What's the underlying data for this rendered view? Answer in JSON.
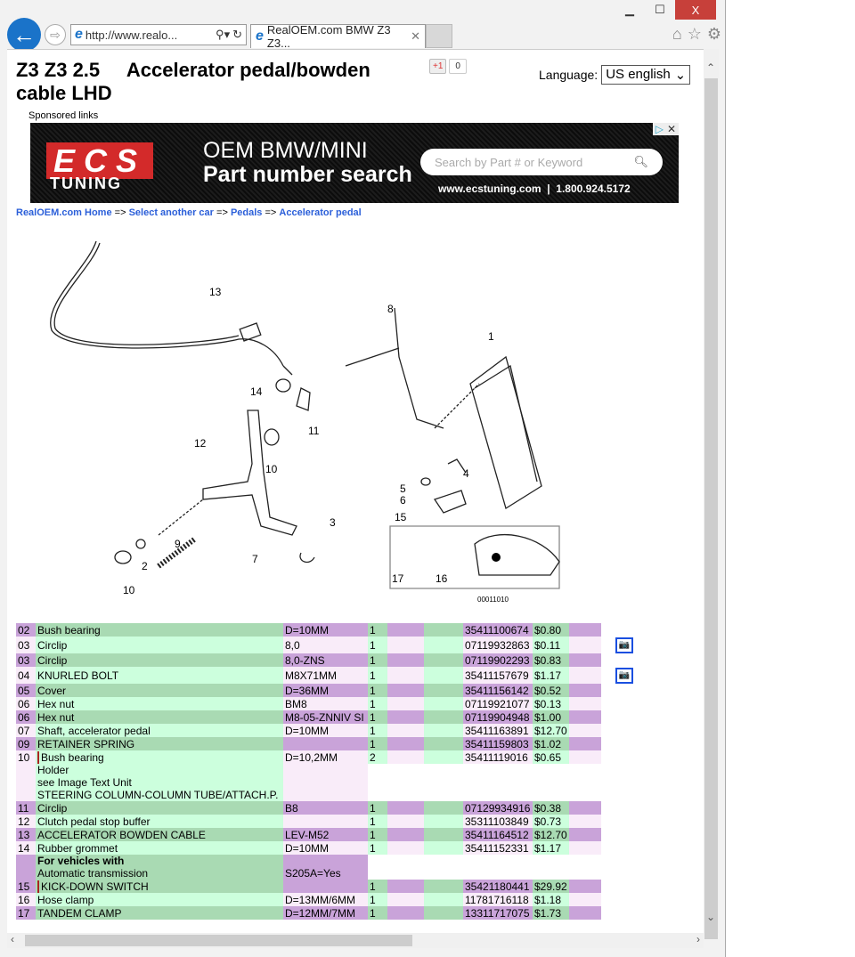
{
  "browser": {
    "url": "http://www.realo...",
    "tab_title": "RealOEM.com   BMW Z3 Z3...",
    "minimize": "▁",
    "maximize": "☐",
    "close": "X"
  },
  "page": {
    "title": "Z3 Z3 2.5     Accelerator pedal/bowden cable LHD",
    "gplus": "+1",
    "gplus_count": "0",
    "language_label": "Language:",
    "language_value": "US english",
    "sponsored": "Sponsored links"
  },
  "ad": {
    "brand": "ECS",
    "brand2": "TUNING",
    "line1": "OEM BMW/MINI",
    "line2": "Part number search",
    "search_placeholder": "Search by Part # or Keyword",
    "contact": "www.ecstuning.com  |  1.800.924.5172"
  },
  "breadcrumb": [
    {
      "label": "RealOEM.com Home"
    },
    {
      "label": "Select another car"
    },
    {
      "label": "Pedals"
    },
    {
      "label": "Accelerator pedal"
    }
  ],
  "breadcrumb_sep": "=>",
  "diagram": {
    "code": "00011010",
    "callouts": [
      "1",
      "2",
      "3",
      "4",
      "5",
      "6",
      "7",
      "8",
      "9",
      "10",
      "10",
      "11",
      "12",
      "13",
      "14",
      "15",
      "16",
      "17"
    ]
  },
  "parts": [
    {
      "no": "02",
      "desc": "Bush bearing",
      "size": "D=10MM",
      "qty": "1",
      "part": "35411100674",
      "price": "$0.80"
    },
    {
      "no": "03",
      "desc": "Circlip",
      "size": "8,0",
      "qty": "1",
      "part": "07119932863",
      "price": "$0.11",
      "photo": true
    },
    {
      "no": "03",
      "desc": "Circlip",
      "size": "8,0-ZNS",
      "qty": "1",
      "part": "07119902293",
      "price": "$0.83"
    },
    {
      "no": "04",
      "desc": "KNURLED BOLT",
      "size": "M8X71MM",
      "qty": "1",
      "part": "35411157679",
      "price": "$1.17",
      "photo": true
    },
    {
      "no": "05",
      "desc": "Cover",
      "size": "D=36MM",
      "qty": "1",
      "part": "35411156142",
      "price": "$0.52"
    },
    {
      "no": "06",
      "desc": "Hex nut",
      "size": "BM8",
      "qty": "1",
      "part": "07119921077",
      "price": "$0.13"
    },
    {
      "no": "06",
      "desc": "Hex nut",
      "size": "M8-05-ZNNIV SI",
      "qty": "1",
      "part": "07119904948",
      "price": "$1.00"
    },
    {
      "no": "07",
      "desc": "Shaft, accelerator pedal",
      "size": "D=10MM",
      "qty": "1",
      "part": "35411163891",
      "price": "$12.70"
    },
    {
      "no": "09",
      "desc": "RETAINER SPRING",
      "size": "",
      "qty": "1",
      "part": "35411159803",
      "price": "$1.02"
    },
    {
      "no": "10",
      "desc": "Bush bearing",
      "size": "D=10,2MM",
      "qty": "2",
      "part": "35411119016",
      "price": "$0.65"
    },
    {
      "no": "11",
      "desc": "Circlip",
      "size": "B8",
      "qty": "1",
      "part": "07129934916",
      "price": "$0.38"
    },
    {
      "no": "12",
      "desc": "Clutch pedal stop buffer",
      "size": "",
      "qty": "1",
      "part": "35311103849",
      "price": "$0.73"
    },
    {
      "no": "13",
      "desc": "ACCELERATOR BOWDEN CABLE",
      "size": "LEV-M52",
      "qty": "1",
      "part": "35411164512",
      "price": "$12.70"
    },
    {
      "no": "14",
      "desc": "Rubber grommet",
      "size": "D=10MM",
      "qty": "1",
      "part": "35411152331",
      "price": "$1.17"
    },
    {
      "no": "15",
      "desc": "KICK-DOWN SWITCH",
      "size": "",
      "qty": "1",
      "part": "35421180441",
      "price": "$29.92"
    },
    {
      "no": "16",
      "desc": "Hose clamp",
      "size": "D=13MM/6MM",
      "qty": "1",
      "part": "11781716118",
      "price": "$1.18"
    },
    {
      "no": "17",
      "desc": "TANDEM CLAMP",
      "size": "D=12MM/7MM",
      "qty": "1",
      "part": "13311717075",
      "price": "$1.73"
    }
  ],
  "notes": {
    "holder": [
      "Holder",
      "see Image Text Unit",
      "STEERING COLUMN-COLUMN TUBE/ATTACH.P."
    ],
    "auto": {
      "title": "For vehicles with",
      "line": "Automatic transmission",
      "code": "S205A=Yes"
    }
  }
}
